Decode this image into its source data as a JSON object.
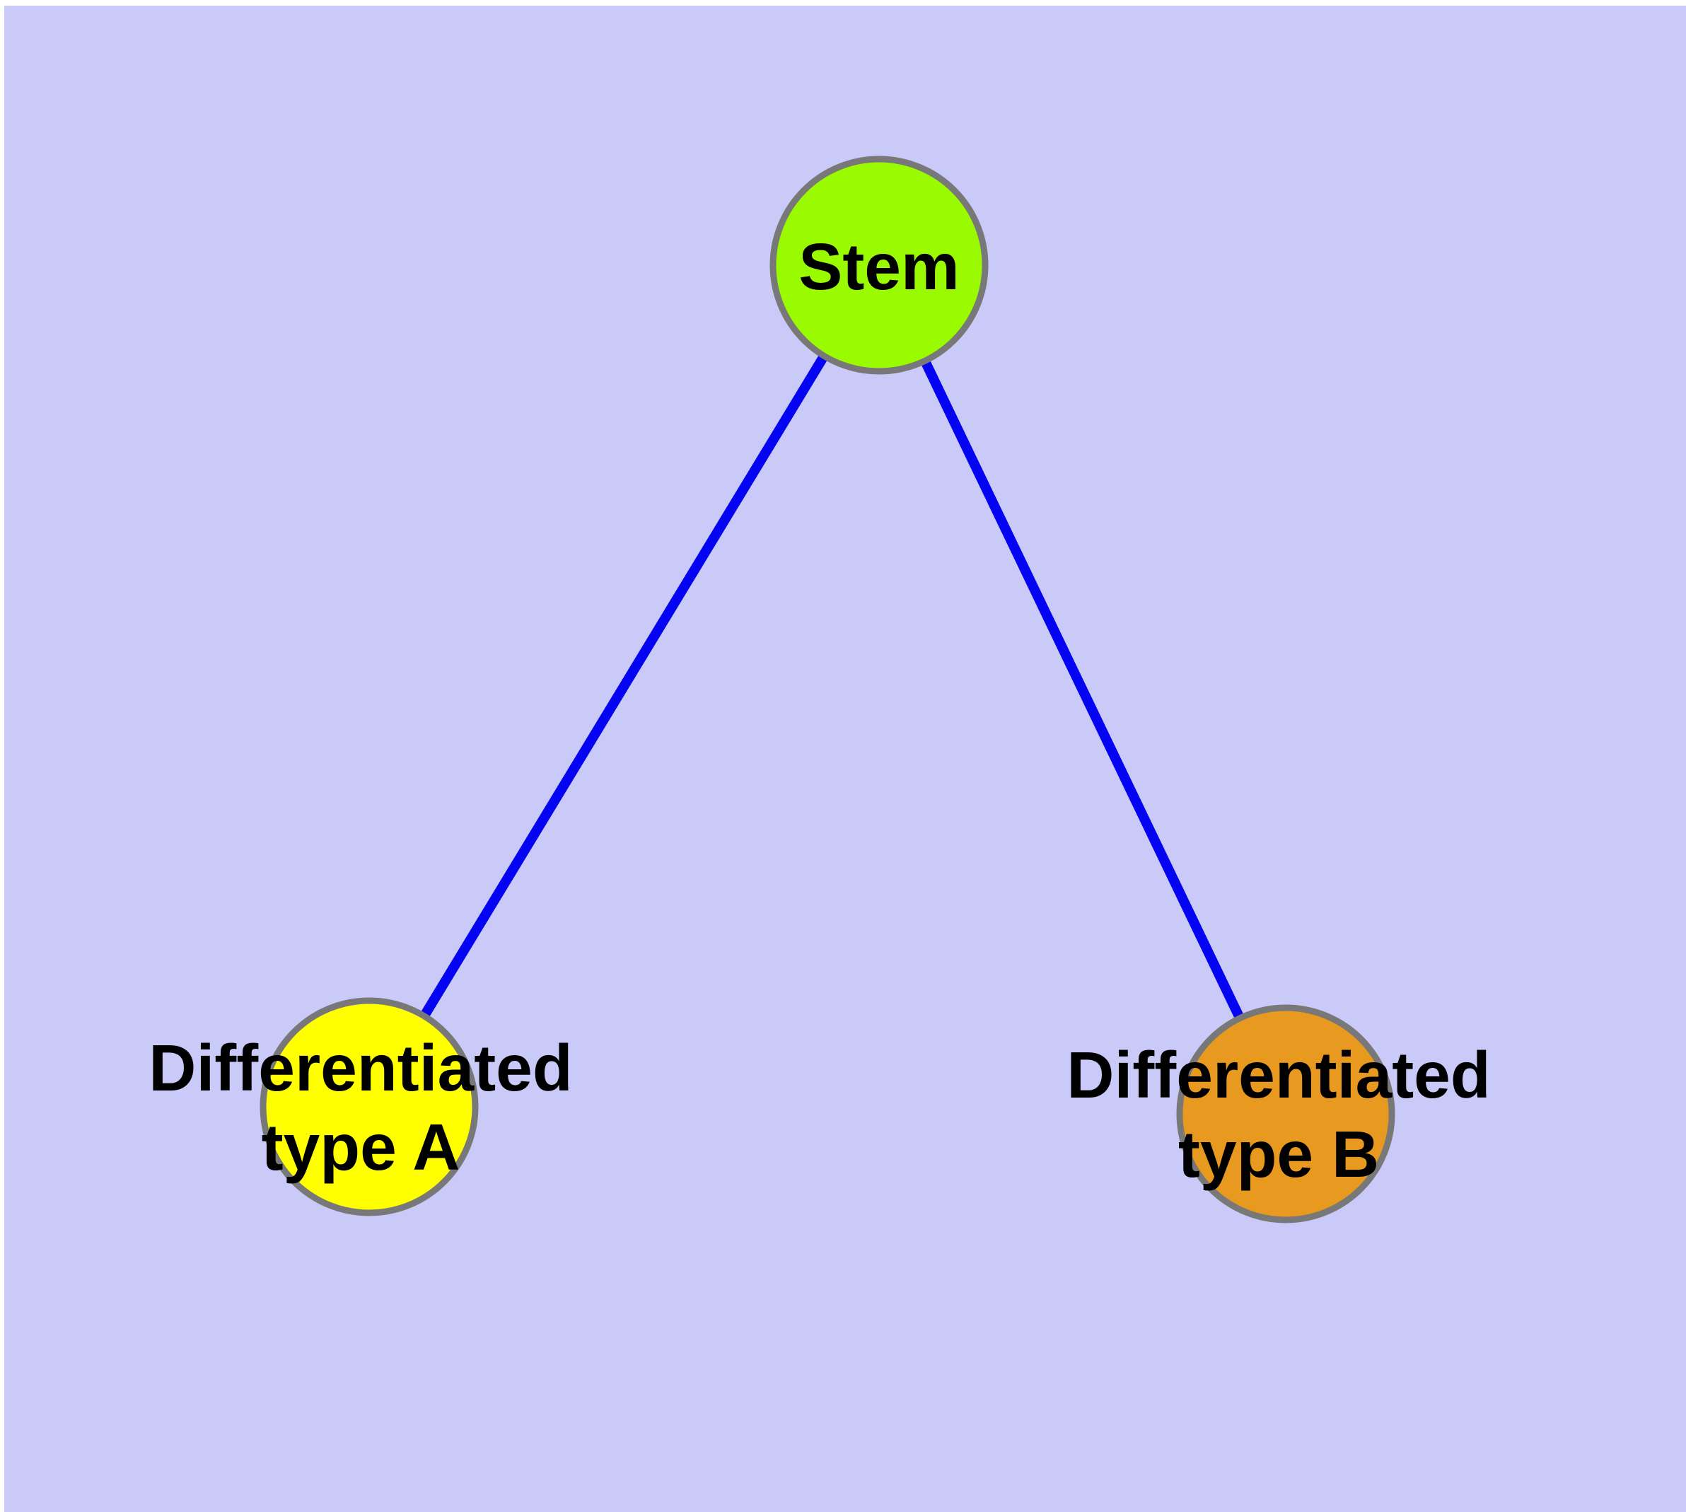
{
  "diagram": {
    "title": "",
    "background_color": "#c9caf8",
    "page_margin_color": "#ffffff",
    "edge_color": "#0404f2",
    "node_border_color": "#787878",
    "label_color": "#000000",
    "nodes": [
      {
        "id": "stem",
        "label": "Stem",
        "label_line1": "Stem",
        "label_line2": "",
        "fill": "#9afb00"
      },
      {
        "id": "type-a",
        "label": "Differentiated type A",
        "label_line1": "Differentiated",
        "label_line2": "type A",
        "fill": "#ffff00"
      },
      {
        "id": "type-b",
        "label": "Differentiated type B",
        "label_line1": "Differentiated",
        "label_line2": "type B",
        "fill": "#e8991f"
      }
    ],
    "edges": [
      {
        "from": "Stem",
        "to": "Differentiated type A"
      },
      {
        "from": "Stem",
        "to": "Differentiated type B"
      }
    ]
  }
}
